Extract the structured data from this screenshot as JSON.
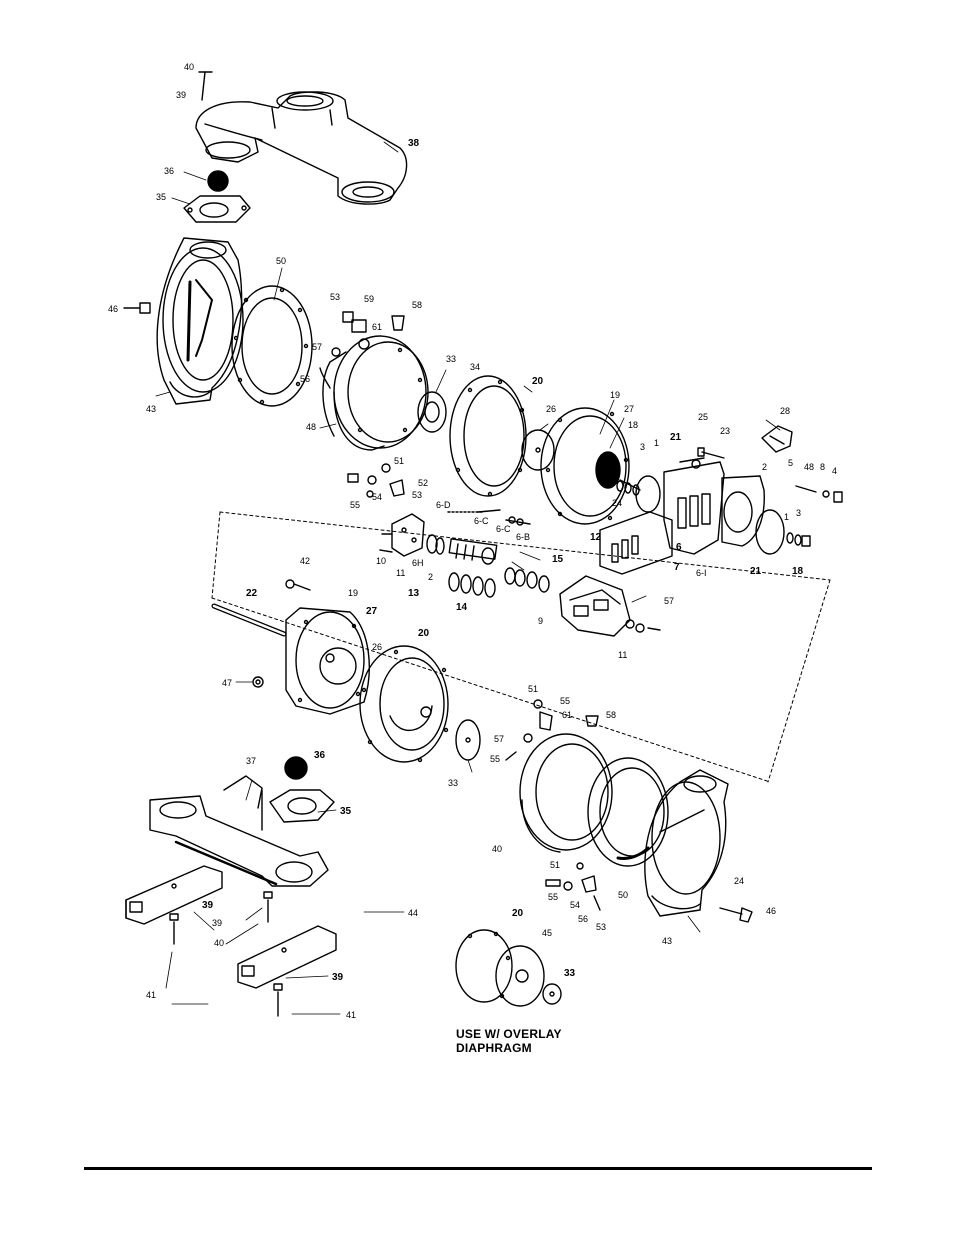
{
  "caption": {
    "line1": "USE W/ OVERLAY",
    "line2": "DIAPHRAGM"
  },
  "callouts": {
    "c40a": "40",
    "c39a": "39",
    "c38": "38",
    "c36a": "36",
    "c35a": "35",
    "c50a": "50",
    "c46a": "46",
    "c43a": "43",
    "c53a": "53",
    "c59a": "59",
    "c61a": "61",
    "c58a": "58",
    "c57a": "57",
    "c56a": "56",
    "c48": "48",
    "c33a": "33",
    "c34": "34",
    "c20a": "20",
    "c26a": "26",
    "c19a": "19",
    "c27a": "27",
    "c18a": "18",
    "c3a": "3",
    "c1a": "1",
    "c21a": "21",
    "c25": "25",
    "c23": "23",
    "c28": "28",
    "c2a": "2",
    "c5": "5",
    "c48b": "48",
    "c8": "8",
    "c4": "4",
    "c51a": "51",
    "c52a": "52",
    "c55a": "55",
    "c54a": "54",
    "c53b": "53",
    "c6d": "6-D",
    "c6c": "6-C",
    "c6c2": "6-C",
    "c6b": "6-B",
    "c24a": "24",
    "c12": "12",
    "c6": "6",
    "c7": "7",
    "c61b": "6-I",
    "c21b": "21",
    "c1b": "1",
    "c3b": "3",
    "c18b": "18",
    "c10": "10",
    "c11a": "11",
    "c6h": "6H",
    "c13": "13",
    "c2b": "2",
    "c15": "15",
    "c14": "14",
    "c57b": "57",
    "c9": "9",
    "c11b": "11",
    "c42": "42",
    "c22": "22",
    "c19b": "19",
    "c27b": "27",
    "c26b": "26",
    "c47": "47",
    "c20b": "20",
    "c51b": "51",
    "c55b": "55",
    "c61c": "61",
    "c58b": "58",
    "c57c": "57",
    "c55c": "55",
    "c33b": "33",
    "c37": "37",
    "c36b": "36",
    "c35b": "35",
    "c39b": "39",
    "c39c": "39",
    "c40b": "40",
    "c44": "44",
    "c41a": "41",
    "c39d": "39",
    "c41b": "41",
    "c40c": "40",
    "c51c": "51",
    "c55d": "55",
    "c54b": "54",
    "c56b": "56",
    "c53c": "53",
    "c50b": "50",
    "c24b": "24",
    "c46b": "46",
    "c43b": "43",
    "c20c": "20",
    "c45": "45",
    "c33c": "33"
  }
}
